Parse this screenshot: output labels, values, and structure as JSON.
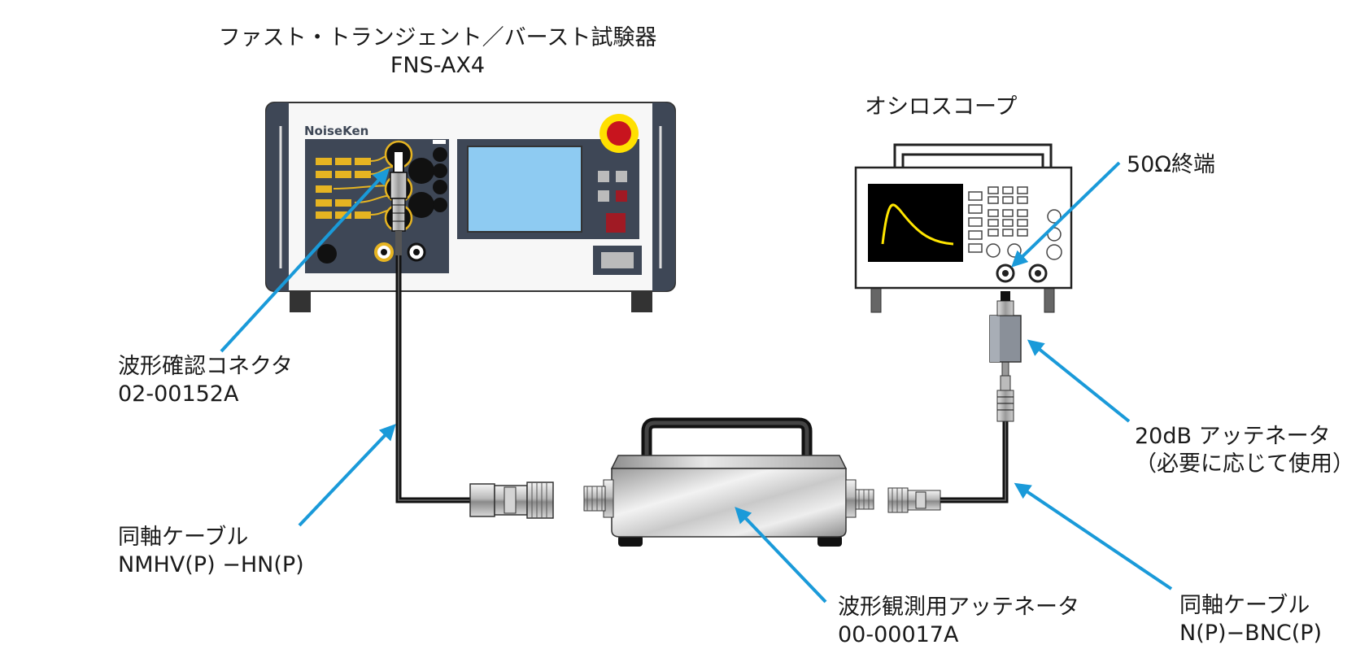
{
  "generator": {
    "title": "ファスト・トランジェント／バースト試験器",
    "model": "FNS-AX4",
    "brand": "NoiseKen"
  },
  "oscilloscope": {
    "title": "オシロスコープ"
  },
  "labels": {
    "termination": "50Ω終端",
    "waveform_connector_name": "波形確認コネクタ",
    "waveform_connector_code": "02-00152A",
    "cable1_name": "同軸ケーブル",
    "cable1_spec": "NMHV(P) −HN(P)",
    "attenuator_box_name": "波形観測用アッテネータ",
    "attenuator_box_code": "00-00017A",
    "attenuator_20db_name": "20dB アッテネータ",
    "attenuator_20db_note": "（必要に応じて使用）",
    "cable2_name": "同軸ケーブル",
    "cable2_spec": "N(P)−BNC(P)"
  },
  "colors": {
    "arrow": "#1a9ad9",
    "panel": "#3e4756",
    "screen": "#8ecbf2",
    "emergency": "#c8141e",
    "yellow": "#ffe000",
    "connector_pad": "#e6b422",
    "scope_screen": "#000000",
    "trace": "#ffe600"
  }
}
